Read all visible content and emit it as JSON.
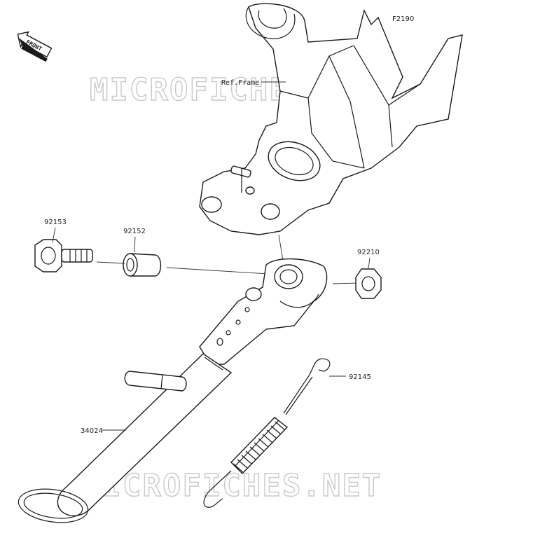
{
  "diagram": {
    "figure_code": "F2190",
    "front_label": "FRONT",
    "ref_label": "Ref.Frame",
    "watermark": "MICROFICHES.NET",
    "parts": [
      {
        "id": "bolt",
        "number": "92153"
      },
      {
        "id": "collar",
        "number": "92152"
      },
      {
        "id": "nut",
        "number": "92210"
      },
      {
        "id": "spring",
        "number": "92145"
      },
      {
        "id": "stand",
        "number": "34024"
      }
    ]
  }
}
